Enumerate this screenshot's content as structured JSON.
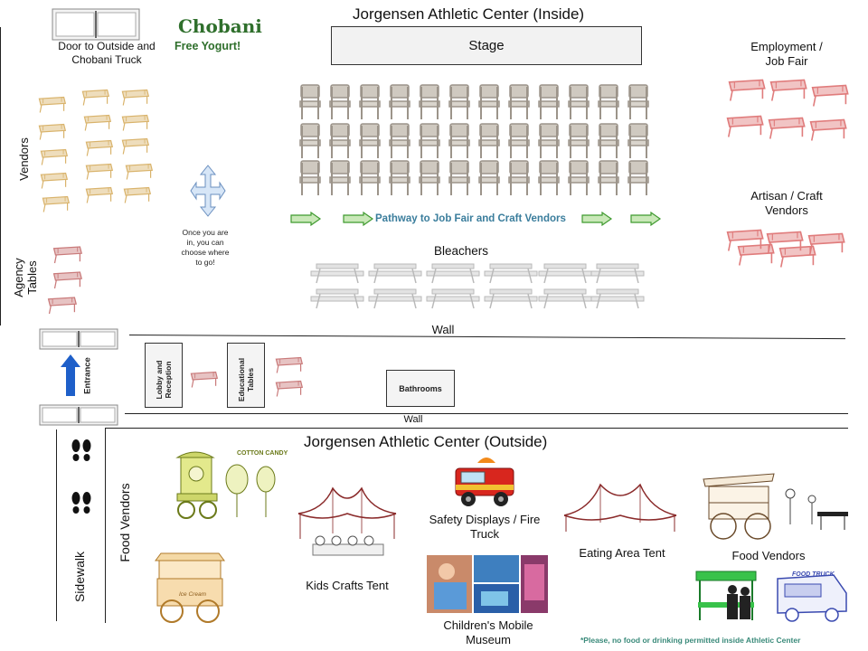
{
  "inside": {
    "title": "Jorgensen Athletic Center (Inside)",
    "stage": "Stage",
    "door_label": "Door to Outside and Chobani Truck",
    "chobani_logo": "Chobani",
    "chobani_promo": "Free Yogurt!",
    "vendors": "Vendors",
    "agency_tables": "Agency Tables",
    "move_note": "Once you are in, you can choose where to go!",
    "pathway": "Pathway to Job Fair and Craft Vendors",
    "employment": "Employment / Job  Fair",
    "artisan": "Artisan / Craft Vendors",
    "bleachers": "Bleachers",
    "wall_upper": "Wall",
    "wall_lower": "Wall",
    "entrance": "Entrance",
    "lobby": "Lobby and Reception",
    "educational": "Educational Tables",
    "bathrooms": "Bathrooms"
  },
  "outside": {
    "title": "Jorgensen Athletic Center (Outside)",
    "food_vendors_left": "Food Vendors",
    "sidewalk": "Sidewalk",
    "cotton_candy": "COTTON CANDY",
    "ice_cream": "Ice Cream",
    "kids_crafts": "Kids Crafts Tent",
    "safety": "Safety Displays / Fire Truck",
    "museum": "Children's Mobile Museum",
    "eating_area": "Eating Area Tent",
    "food_vendors_right": "Food Vendors",
    "food_truck": "FOOD TRUCK",
    "notice": "*Please, no food or drinking permitted inside Athletic Center"
  },
  "colors": {
    "vendor_table": "#d9b36b",
    "agency_table": "#c97a7a",
    "job_table": "#e07c7c",
    "chair": "#9c948a",
    "bleacher": "#b9b9b9",
    "arrow_green": "#3f9a2f",
    "entrance_arrow": "#1e5fc9",
    "pathway_text": "#3a7d9c",
    "chobani_green": "#2f6f2c",
    "notice_text": "#3a8a7a"
  },
  "icons": {
    "move": "four-way-arrow-icon",
    "footsteps": "footprints-icon",
    "fire_truck": "fire-truck-icon",
    "tent": "tent-icon"
  }
}
